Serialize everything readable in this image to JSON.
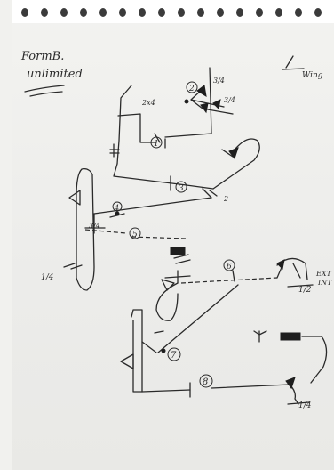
{
  "title": {
    "line1": "FormB.",
    "line2": "unlimited"
  },
  "top_right_label": "Wing",
  "node_numbers": [
    "1",
    "2",
    "3",
    "4",
    "5",
    "6",
    "7",
    "8"
  ],
  "line_labels": {
    "ext_int_top": "EXT",
    "ext_int_bottom": "INT",
    "half": "1/2",
    "quarter": "1/4",
    "three_quarter_a": "3/4",
    "three_quarter_b": "3/4",
    "three_quarter_c": "3/4",
    "two_by_four": "2x4",
    "two": "2",
    "fraction_left": "1/4"
  },
  "colors": {
    "ink": "#2a2a2a",
    "paper": "#ececea",
    "background": "#ffffff"
  }
}
